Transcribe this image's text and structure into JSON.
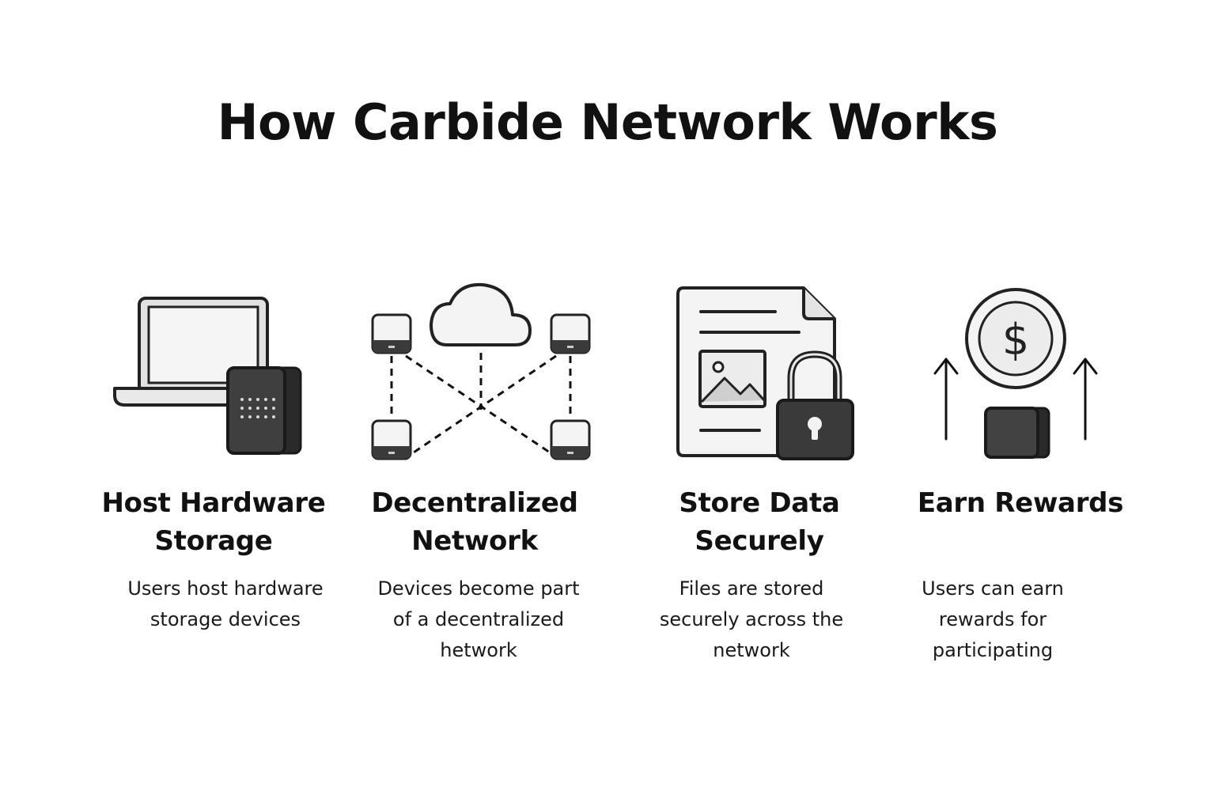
{
  "title": "How Carbide Network Works",
  "steps": [
    {
      "icon": "laptop-with-storage-device-icon",
      "title_line1": "Host Hardware",
      "title_line2": "Storage",
      "desc_line1": "Users host hardware",
      "desc_line2": "storage devices",
      "desc_line3": ""
    },
    {
      "icon": "cloud-network-icon",
      "title_line1": "Decentralized",
      "title_line2": "Network",
      "desc_line1": "Devices become part",
      "desc_line2": "of a decentralized",
      "desc_line3": "hetwork"
    },
    {
      "icon": "document-with-lock-icon",
      "title_line1": "Store Data",
      "title_line2": "Securely",
      "desc_line1": "Files are stored",
      "desc_line2": "securely across the",
      "desc_line3": "network"
    },
    {
      "icon": "coin-with-arrows-icon",
      "title_line1": "Earn Rewards",
      "title_line2": "",
      "desc_line1": "Users can earn",
      "desc_line2": "rewards for",
      "desc_line3": "participating"
    }
  ],
  "colors": {
    "text": "#111111",
    "dark_device": "#3a3a3a",
    "light_fill": "#f4f4f4",
    "outline": "#222222"
  }
}
